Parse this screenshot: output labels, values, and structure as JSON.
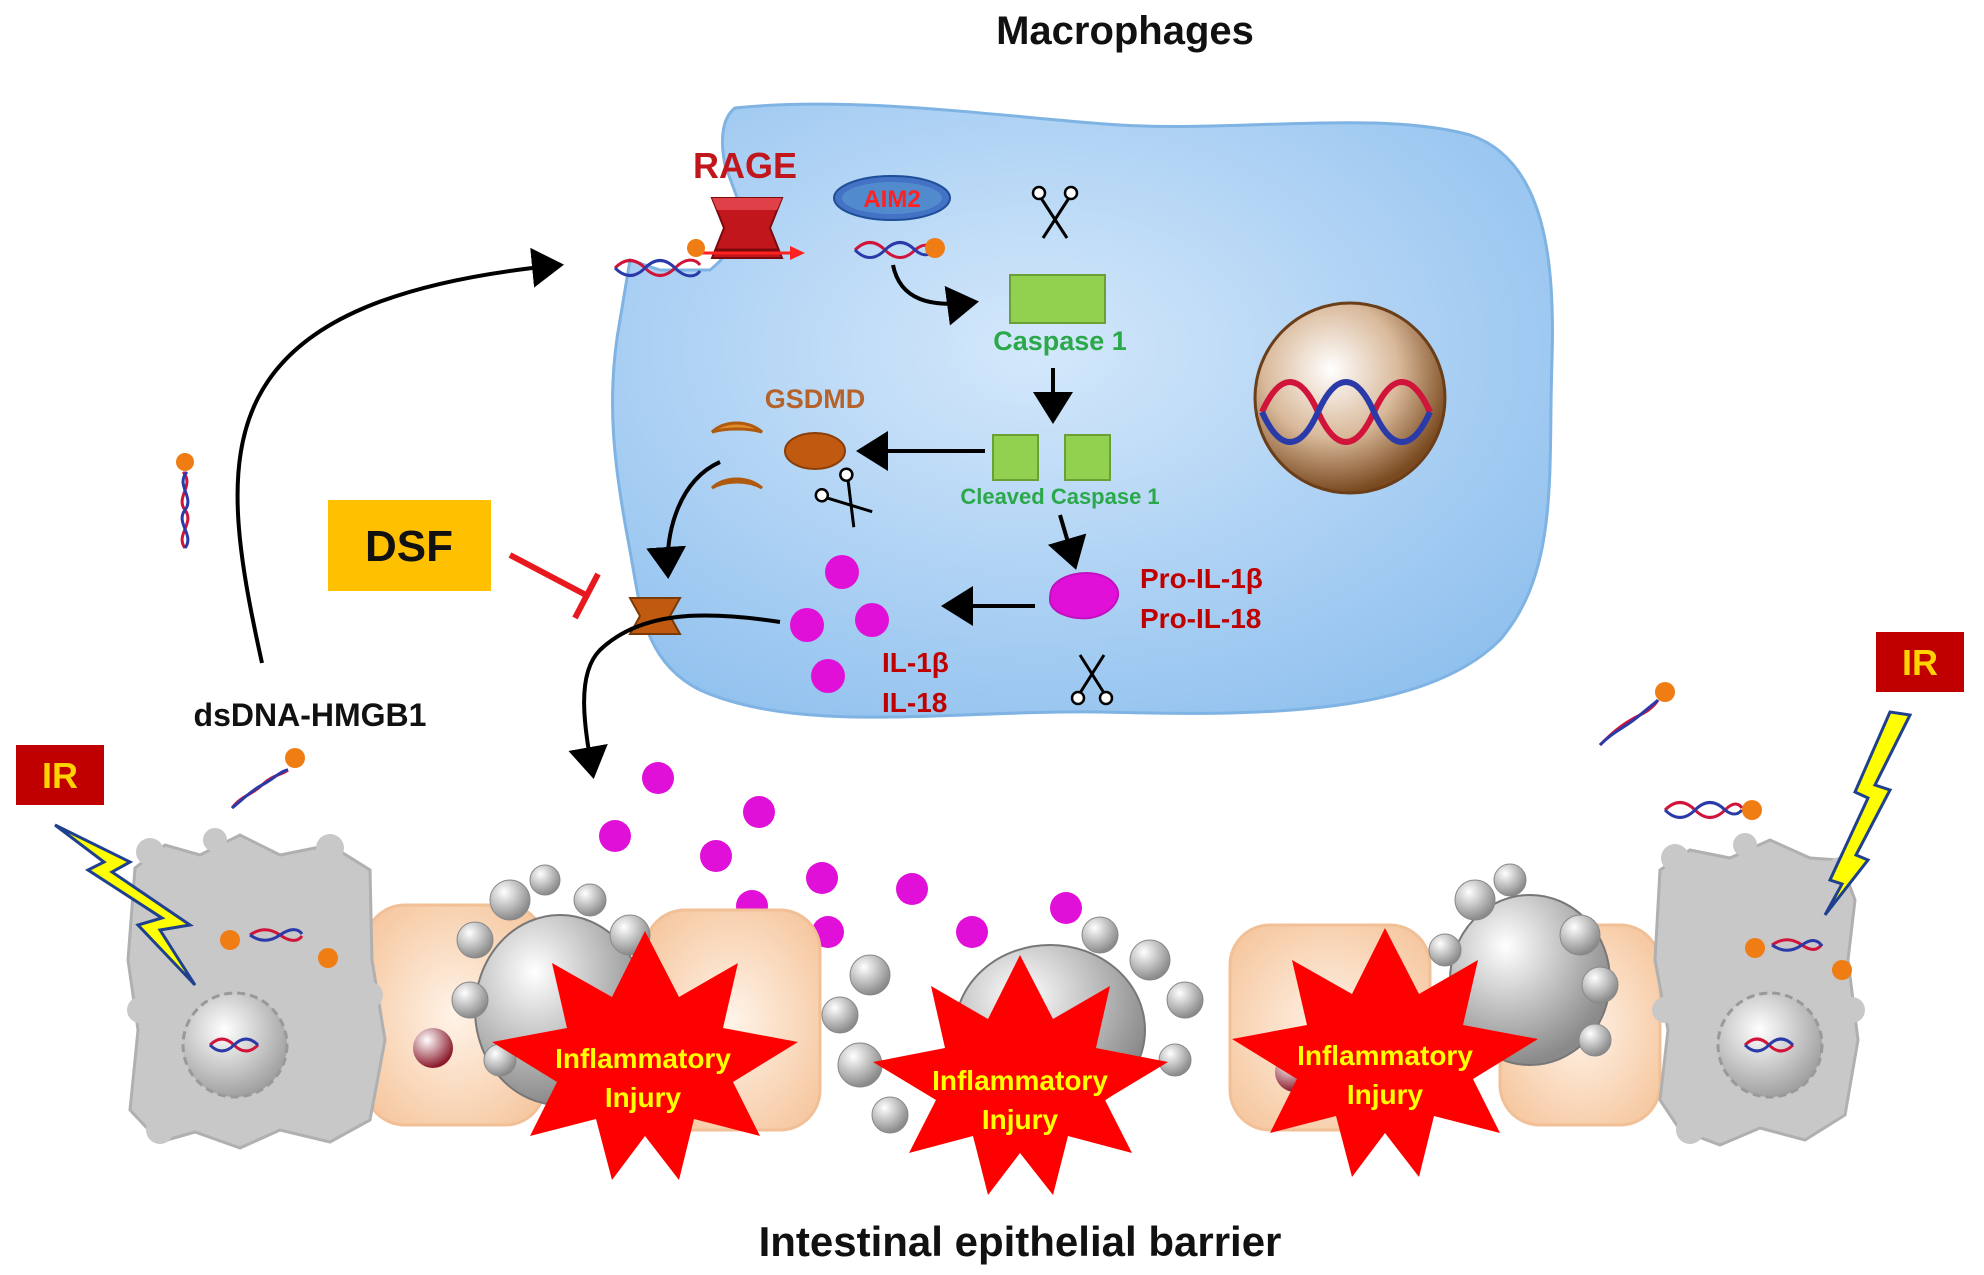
{
  "title": "Macrophages",
  "footer": "Intestinal epithelial barrier",
  "labels": {
    "rage": "RAGE",
    "aim2": "AIM2",
    "caspase1": "Caspase 1",
    "cleaved_caspase1": "Cleaved Caspase 1",
    "gsdmd": "GSDMD",
    "dsf": "DSF",
    "pro_il1b": "Pro-IL-1β",
    "pro_il18": "Pro-IL-18",
    "il1b": "IL-1β",
    "il18": "IL-18",
    "dsdna_hmgb1": "dsDNA-HMGB1",
    "ir": "IR",
    "injury_line1": "Inflammatory",
    "injury_line2": "Injury"
  },
  "colors": {
    "cell_fill": "#a9d0f2",
    "rage": "#c0161c",
    "caspase": "#92d050",
    "caspase_text": "#2aa84a",
    "gsdmd": "#c05a11",
    "dsf_box": "#ffc000",
    "inhibit": "#e8191e",
    "cytokine": "#e010d8",
    "injury": "#ff0000",
    "injury_text": "#ffff00",
    "ir_box": "#c00000",
    "ir_text": "#ffd200",
    "epithelium": "#fde0c8",
    "damaged_cell": "#c8c8c8"
  }
}
